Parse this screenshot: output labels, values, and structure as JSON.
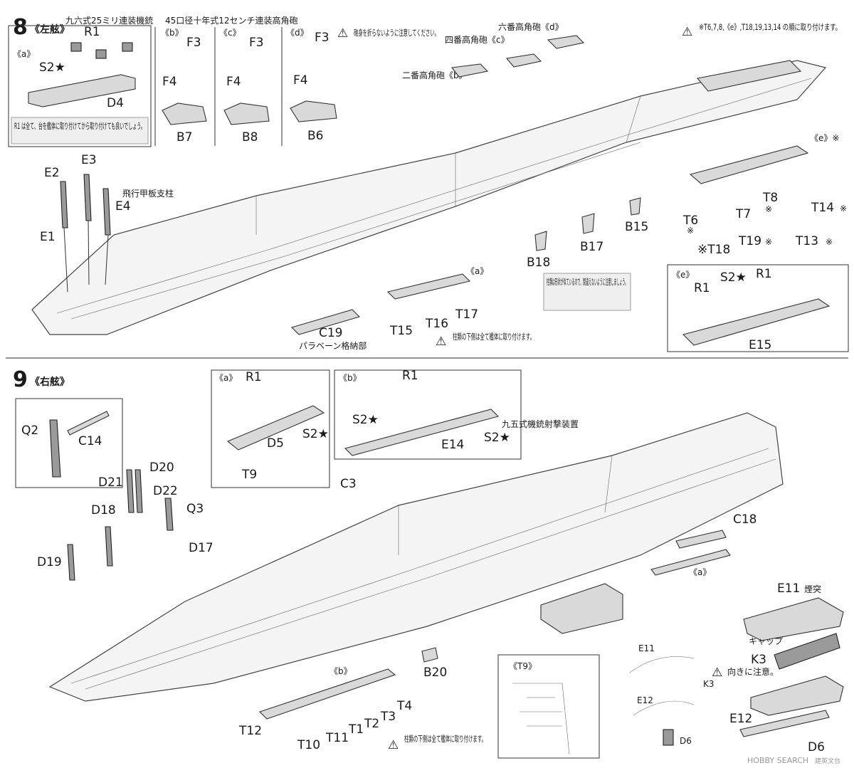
{
  "step8": {
    "number": "8",
    "side": "《左舷》",
    "titles": {
      "gun25": "九六式25ミリ連装機銃",
      "gun12": "45口径十年式12センチ連装高角砲",
      "pillar": "飛行甲板支柱",
      "ag2": "二番高角砲《b》",
      "ag4": "四番高角砲《c》",
      "ag6": "六番高角砲《d》",
      "paravane": "パラベーン格納部"
    },
    "subs": {
      "a": "《a》",
      "b": "《b》",
      "c": "《c》",
      "d": "《d》",
      "e": "《e》",
      "e_note": "《e》※"
    },
    "notes": {
      "barrel": "砲身を折らないように注意してください。",
      "r1": "R1 は全て、台を艦体に取り付けてから取り付けても良いでしょう。",
      "t_order": "※T6,7,8,《e》,T18,19,13,14 の順に取り付けます。",
      "pillar_similar": "柱類は形状が似ているので、間違えないように注意しましょう。",
      "pillar_bottom": "柱類の下側は全て艦体に取り付けます。"
    },
    "parts": {
      "R1": "R1",
      "S2": "S2★",
      "D4": "D4",
      "F3": "F3",
      "F4": "F4",
      "B7": "B7",
      "B8": "B8",
      "B6": "B6",
      "E1": "E1",
      "E2": "E2",
      "E3": "E3",
      "E4": "E4",
      "C19": "C19",
      "T15": "T15",
      "T16": "T16",
      "T17": "T17",
      "B18": "B18",
      "B17": "B17",
      "B15": "B15",
      "T6": "T6",
      "T7": "T7",
      "T8": "T8",
      "T14": "T14",
      "T13": "T13",
      "T18": "※T18",
      "T19": "T19",
      "E15": "E15",
      "mark": "※"
    }
  },
  "step9": {
    "number": "9",
    "side": "《右舷》",
    "titles": {
      "director": "九五式機銃射撃装置",
      "funnel": "煙突",
      "cap": "キャップ",
      "direction": "向きに注意。",
      "t9": "《T9》"
    },
    "subs": {
      "a": "《a》",
      "b": "《b》"
    },
    "notes": {
      "pillar_bottom": "柱類の下側は全て艦体に取り付けます。"
    },
    "parts": {
      "Q2": "Q2",
      "C14": "C14",
      "D20": "D20",
      "D21": "D21",
      "D22": "D22",
      "Q3": "Q3",
      "D18": "D18",
      "D17": "D17",
      "D19": "D19",
      "R1": "R1",
      "S2": "S2★",
      "D5": "D5",
      "T9": "T9",
      "E14": "E14",
      "C3": "C3",
      "C18": "C18",
      "E11": "E11",
      "K3": "K3",
      "E12": "E12",
      "D6": "D6",
      "B20": "B20",
      "T12": "T12",
      "T10": "T10",
      "T11": "T11",
      "T2": "T2",
      "T3": "T3",
      "T4": "T4",
      "T1": "T1"
    }
  },
  "watermark": {
    "brand": "HOBBY SEARCH",
    "corner": "建英文台"
  }
}
